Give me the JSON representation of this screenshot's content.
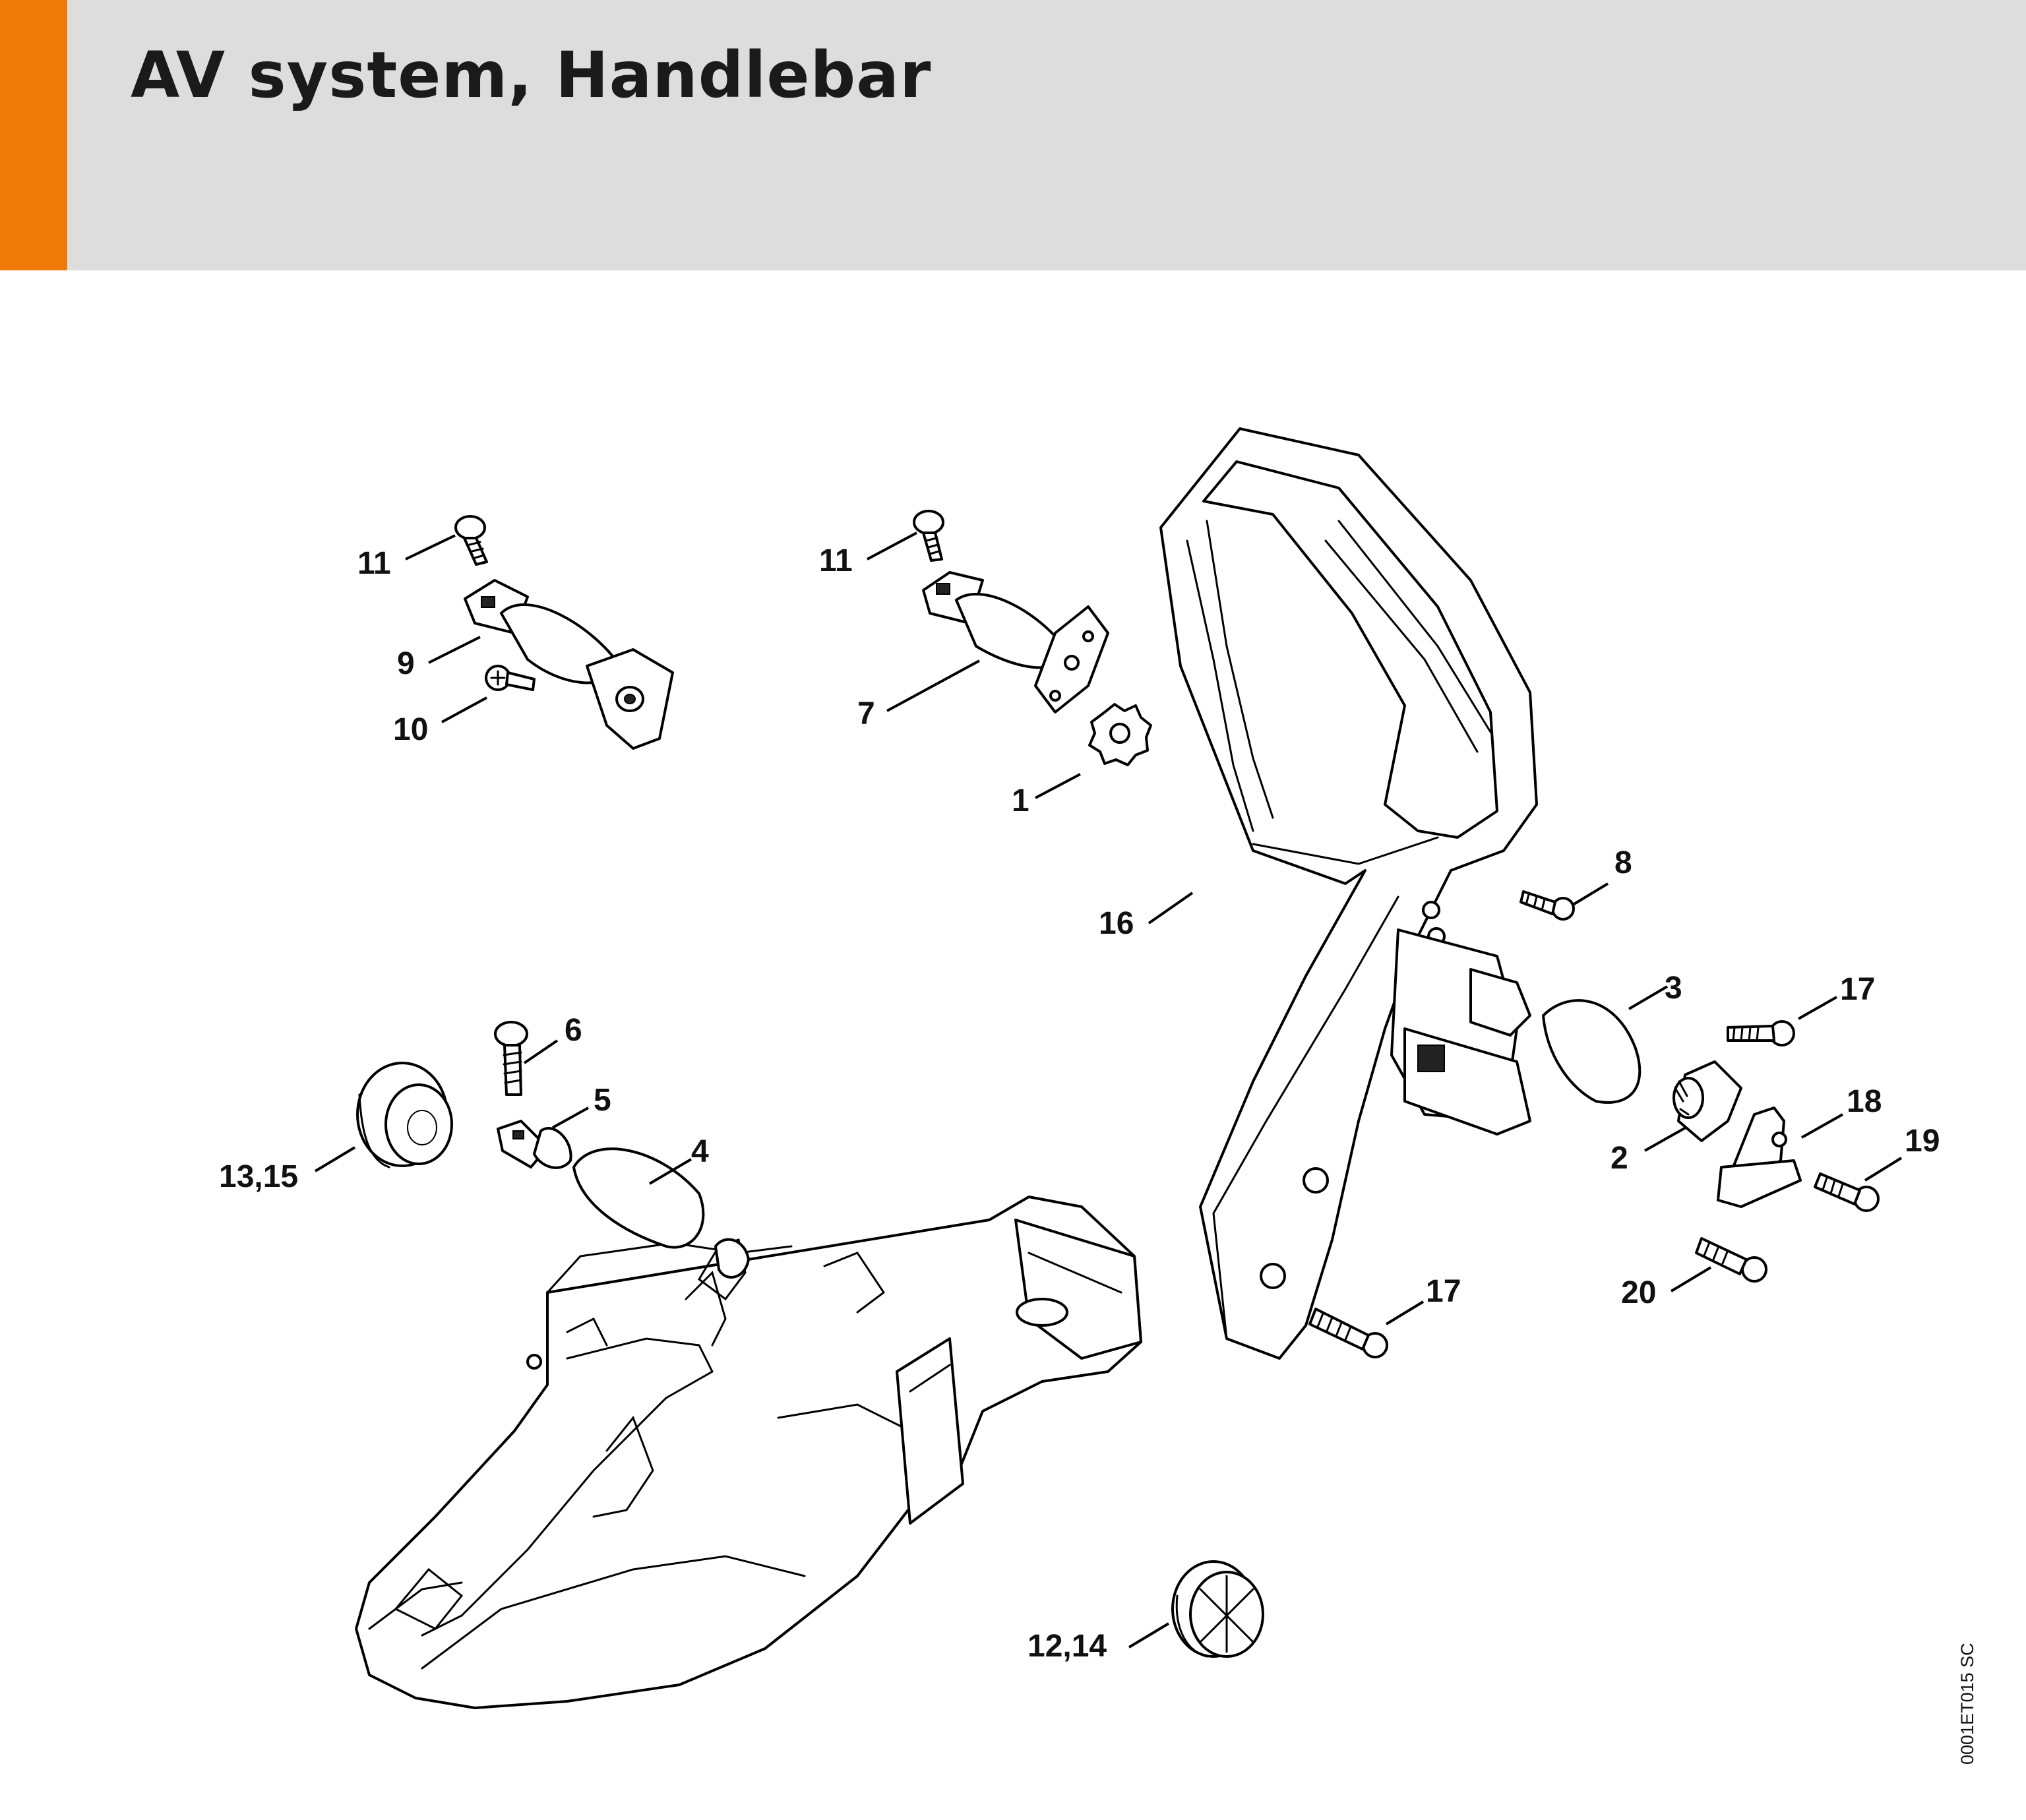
{
  "header": {
    "title": "AV system, Handlebar",
    "accent_color": "#ef7a08",
    "background_color": "#dcdddc"
  },
  "callouts": {
    "c1": "1",
    "c2": "2",
    "c3": "3",
    "c4": "4",
    "c5": "5",
    "c6": "6",
    "c7": "7",
    "c8": "8",
    "c9": "9",
    "c10": "10",
    "c11a": "11",
    "c11b": "11",
    "c12_14": "12,14",
    "c13_15": "13,15",
    "c16": "16",
    "c17a": "17",
    "c17b": "17",
    "c18": "18",
    "c19": "19",
    "c20": "20"
  },
  "footer": {
    "doc_ref": "0001ET015 SC"
  }
}
